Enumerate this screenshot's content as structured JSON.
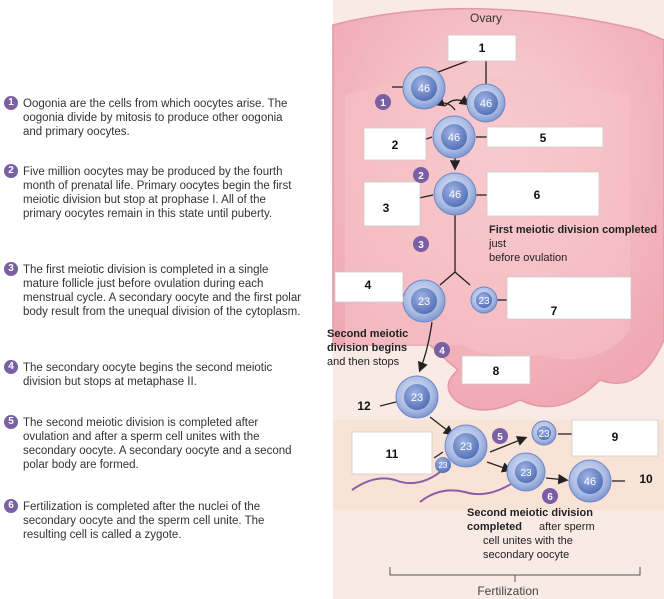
{
  "ovary_label": "Ovary",
  "fertilization_label": "Fertilization",
  "steps": [
    {
      "num": "1",
      "text": "Oogonia are the cells from which oocytes arise. The oogonia divide by mitosis to produce other oogonia and primary oocytes."
    },
    {
      "num": "2",
      "text": "Five million oocytes may be produced by the fourth month of prenatal life. Primary oocytes begin the first meiotic division but stop at prophase I. All of the primary oocytes remain in this state until puberty."
    },
    {
      "num": "3",
      "text": "The first meiotic division is completed in a single mature follicle just before ovulation during each menstrual cycle. A secondary oocyte and the first polar body result from the unequal division of the cytoplasm."
    },
    {
      "num": "4",
      "text": "The secondary oocyte begins the second meiotic division but stops at metaphase II."
    },
    {
      "num": "5",
      "text": "The second meiotic division is completed after ovulation and after a sperm cell unites with the secondary oocyte. A secondary oocyte and a second polar body are formed."
    },
    {
      "num": "6",
      "text": "Fertilization is completed after the nuclei of the secondary oocyte and the sperm cell unite. The resulting cell is called a zygote."
    }
  ],
  "cell_counts": {
    "c46": "46",
    "c23": "23"
  },
  "labels": [
    "1",
    "2",
    "3",
    "4",
    "5",
    "6",
    "7",
    "8",
    "9",
    "10",
    "11",
    "12"
  ],
  "markers": [
    "1",
    "2",
    "3",
    "4",
    "5",
    "6"
  ],
  "annotations": {
    "first_bold": "First meiotic division completed",
    "first_rest1": " just",
    "first_rest2": "before ovulation",
    "second_begins_bold1": "Second meiotic",
    "second_begins_bold2": "division begins",
    "second_begins_rest": "and then stops",
    "second_completed_bold1": "Second meiotic division",
    "second_completed_bold2": "completed",
    "second_completed_rest1": " after sperm",
    "second_completed_rest2": "cell unites with the",
    "second_completed_rest3": "secondary oocyte"
  },
  "colors": {
    "marker": "#7a5fa3",
    "ovary_fill": "#f3b9c0",
    "ovary_inner": "#f7cbd0",
    "cell": "#8fa6d8",
    "nucleus": "#5f7ec2"
  }
}
